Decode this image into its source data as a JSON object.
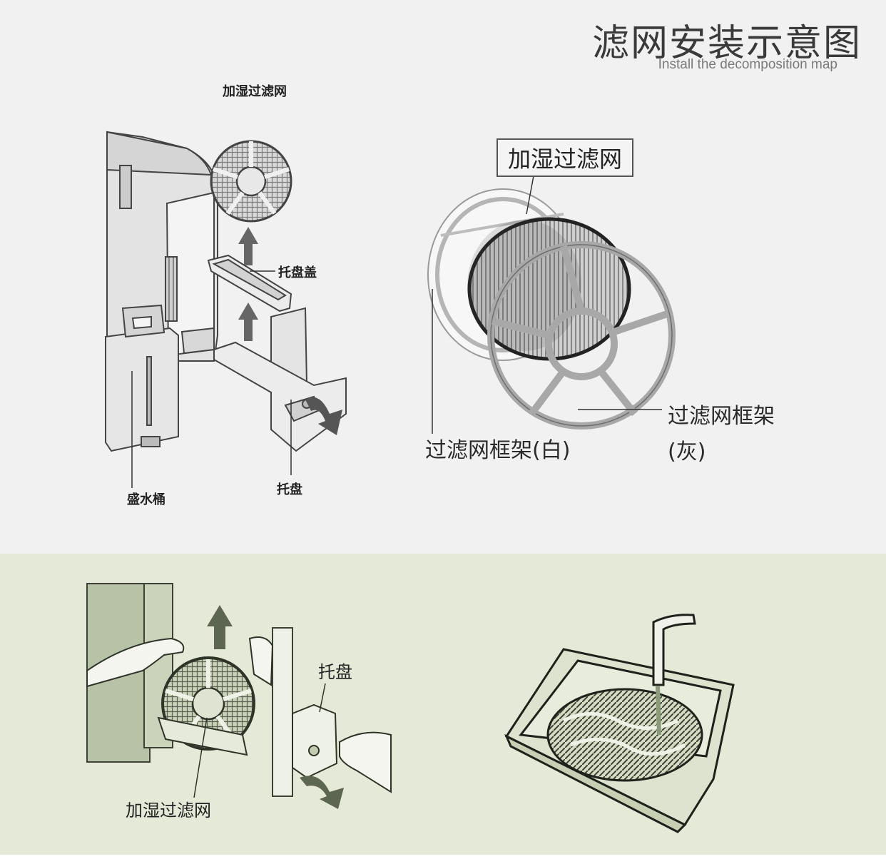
{
  "header": {
    "title": "滤网安装示意图",
    "subtitle": "Install the decomposition map"
  },
  "diagram_exploded": {
    "humidifier_filter": "加湿过滤网",
    "tray_cover": "托盘盖",
    "water_tank": "盛水桶",
    "tray": "托盘"
  },
  "diagram_filter": {
    "humidifier_filter": "加湿过滤网",
    "frame_white": "过滤网框架(白)",
    "frame_gray_line1": "过滤网框架",
    "frame_gray_line2": "(灰)"
  },
  "diagram_removal": {
    "tray": "托盘",
    "humidifier_filter": "加湿过滤网"
  },
  "colors": {
    "top_background": "#f1f1f1",
    "bottom_background": "#e5ead8",
    "line": "#3a3a3a"
  }
}
